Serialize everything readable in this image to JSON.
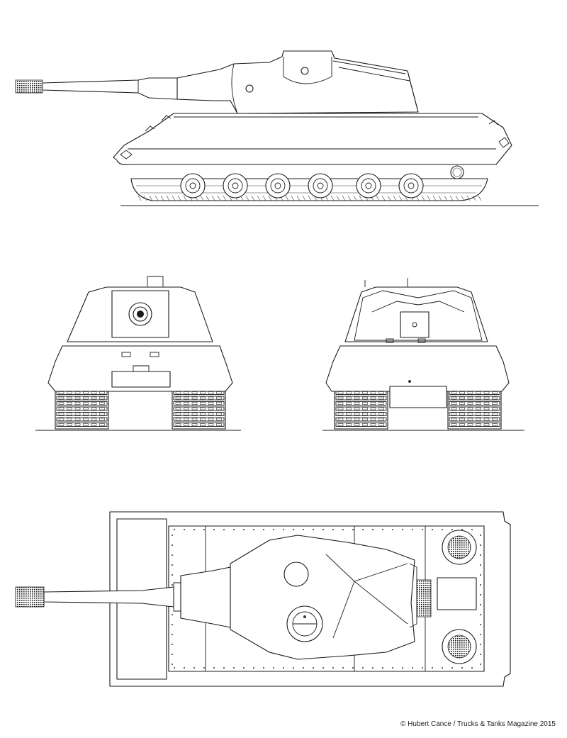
{
  "credit": "© Hubert Cance / Trucks & Tanks Magazine 2015",
  "views": [
    {
      "id": "side-view"
    },
    {
      "id": "front-view"
    },
    {
      "id": "rear-view"
    },
    {
      "id": "top-view"
    }
  ]
}
